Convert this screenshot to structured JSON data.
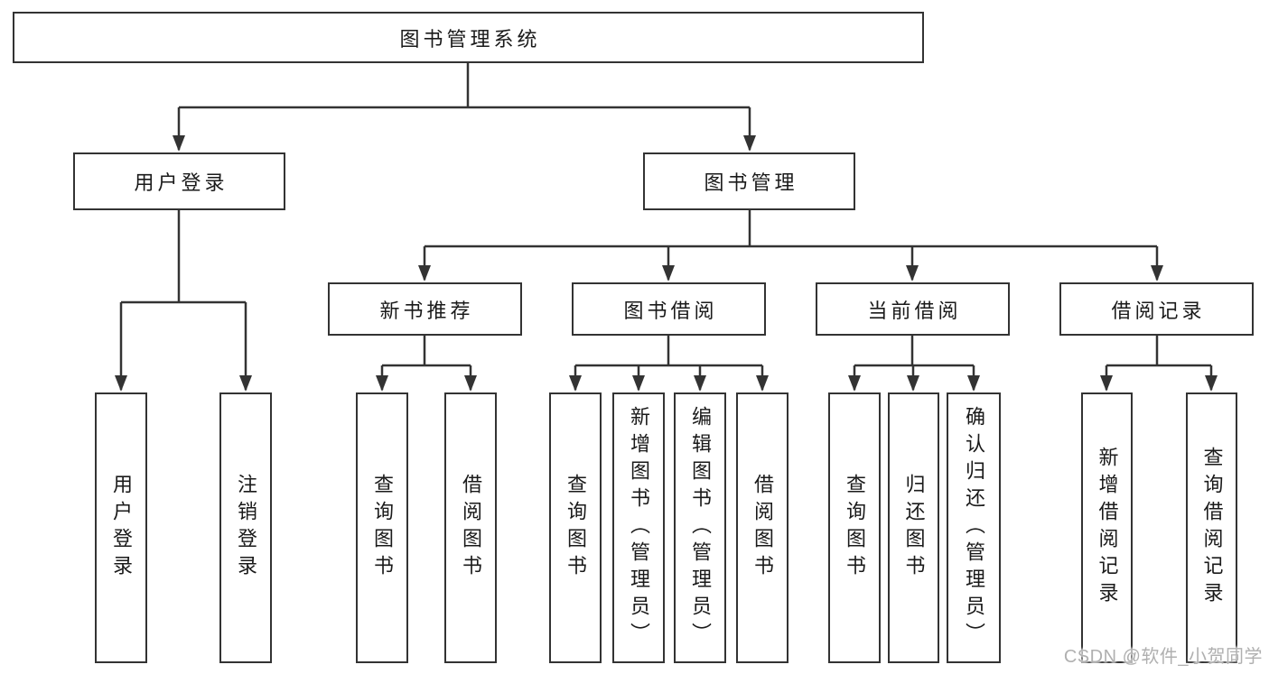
{
  "diagram": {
    "root": {
      "label": "图书管理系统"
    },
    "level2": [
      {
        "label": "用户登录",
        "children": [
          {
            "label": "用户登录"
          },
          {
            "label": "注销登录"
          }
        ]
      },
      {
        "label": "图书管理",
        "children": [
          {
            "label": "新书推荐",
            "children": [
              {
                "label": "查询图书"
              },
              {
                "label": "借阅图书"
              }
            ]
          },
          {
            "label": "图书借阅",
            "children": [
              {
                "label": "查询图书"
              },
              {
                "label": "新增图书（管理员）"
              },
              {
                "label": "编辑图书（管理员）"
              },
              {
                "label": "借阅图书"
              }
            ]
          },
          {
            "label": "当前借阅",
            "children": [
              {
                "label": "查询图书"
              },
              {
                "label": "归还图书"
              },
              {
                "label": "确认归还（管理员）"
              }
            ]
          },
          {
            "label": "借阅记录",
            "children": [
              {
                "label": "新增借阅记录"
              },
              {
                "label": "查询借阅记录"
              }
            ]
          }
        ]
      }
    ]
  },
  "watermark": {
    "text": "CSDN @软件_小贺同学"
  },
  "colors": {
    "line": "#333333",
    "box_border": "#333333",
    "text": "#1a1a1a",
    "background": "#ffffff",
    "watermark": "#b0b0b0"
  }
}
